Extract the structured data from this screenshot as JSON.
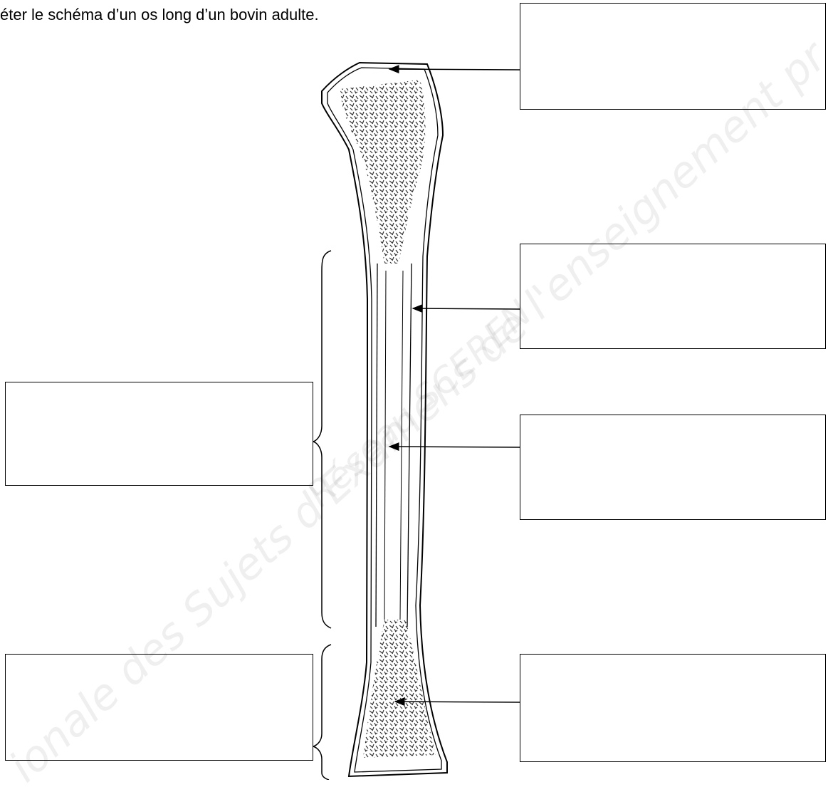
{
  "instruction": "éter le schéma d’un os long d’un bovin adulte.",
  "label_boxes": [
    {
      "name": "label-box-periosteum",
      "value": ""
    },
    {
      "name": "label-box-compact-bone",
      "value": ""
    },
    {
      "name": "label-box-medullary-cavity",
      "value": ""
    },
    {
      "name": "label-box-spongy-bone",
      "value": ""
    },
    {
      "name": "label-box-diaphysis",
      "value": ""
    },
    {
      "name": "label-box-epiphysis",
      "value": ""
    }
  ],
  "watermark": {
    "line1": "ionale des Sujets d'Examens de l'enseignement pr",
    "line2": "Réseau SCEREN"
  },
  "colors": {
    "line": "#000000",
    "background": "#ffffff",
    "spongy": "#333333"
  }
}
